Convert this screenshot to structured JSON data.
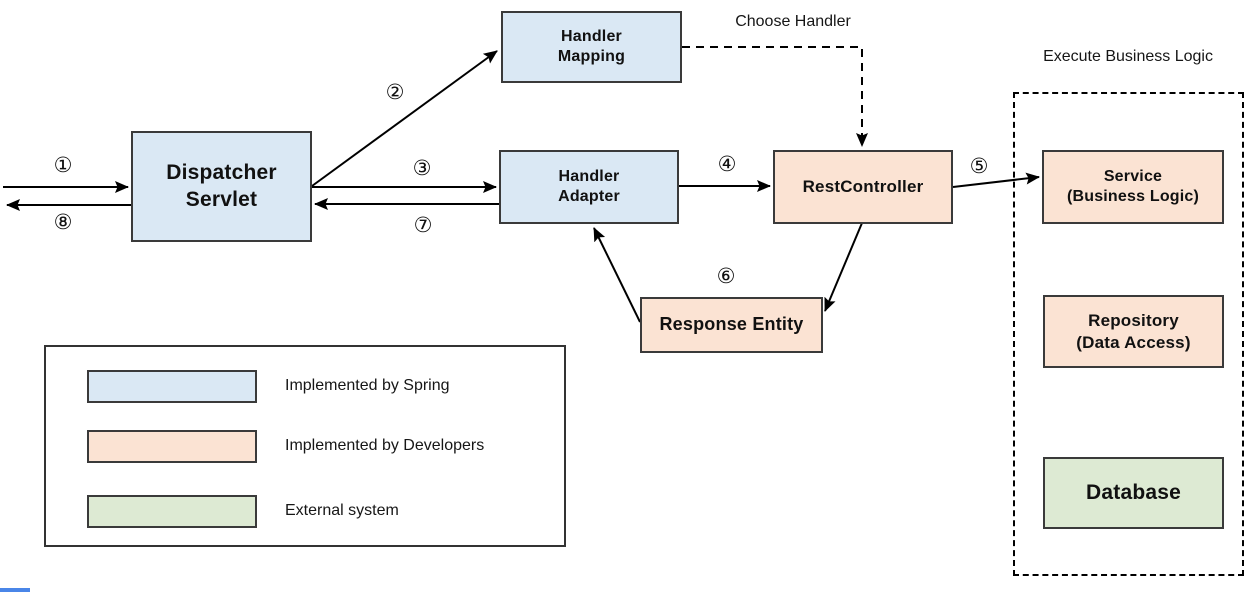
{
  "nodes": {
    "handler_mapping": {
      "label": "Handler\nMapping"
    },
    "dispatcher_servlet": {
      "label": "Dispatcher\nServlet"
    },
    "handler_adapter": {
      "label": "Handler\nAdapter"
    },
    "rest_controller": {
      "label": "RestController"
    },
    "response_entity": {
      "label": "Response Entity"
    },
    "service": {
      "label": "Service\n(Business Logic)"
    },
    "repository": {
      "label": "Repository\n(Data Access)"
    },
    "database": {
      "label": "Database"
    }
  },
  "annotations": {
    "choose_handler": "Choose Handler",
    "execute_business_logic": "Execute Business Logic"
  },
  "steps": [
    {
      "glyph": "①"
    },
    {
      "glyph": "②"
    },
    {
      "glyph": "③"
    },
    {
      "glyph": "④"
    },
    {
      "glyph": "⑤"
    },
    {
      "glyph": "⑥"
    },
    {
      "glyph": "⑦"
    },
    {
      "glyph": "⑧"
    }
  ],
  "legend": {
    "items": [
      {
        "label": "Implemented by Spring",
        "color": "#dae8f4"
      },
      {
        "label": "Implemented by Developers",
        "color": "#fbe3d3"
      },
      {
        "label": "External system",
        "color": "#ddead3"
      }
    ]
  },
  "colors": {
    "spring": "#dae8f4",
    "developers": "#fbe3d3",
    "external": "#ddead3",
    "cropped_blue": "#4a86e8"
  }
}
